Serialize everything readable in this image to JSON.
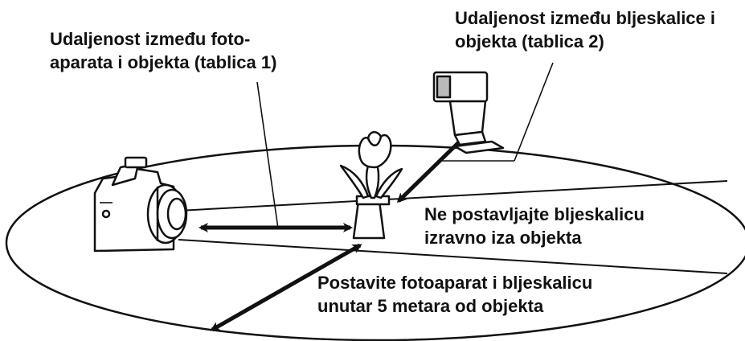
{
  "labels": {
    "camera_distance": [
      "Udaljenost između foto-",
      "aparata i objekta (tablica 1)"
    ],
    "flash_distance": [
      "Udaljenost između bljeskalice i",
      "objekta (tablica 2)"
    ],
    "no_flash_behind": [
      "Ne postavljajte bljeskalicu",
      "izravno iza objekta"
    ],
    "range": [
      "Postavite fotoaparat i bljeskalicu",
      "unutar 5 metara od objekta"
    ]
  },
  "colors": {
    "stroke": "#111111",
    "background": "#ffffff",
    "flash_lens": "#bbbbbb"
  },
  "icons": [
    "camera-icon",
    "flower-pot-icon",
    "flash-unit-icon"
  ]
}
